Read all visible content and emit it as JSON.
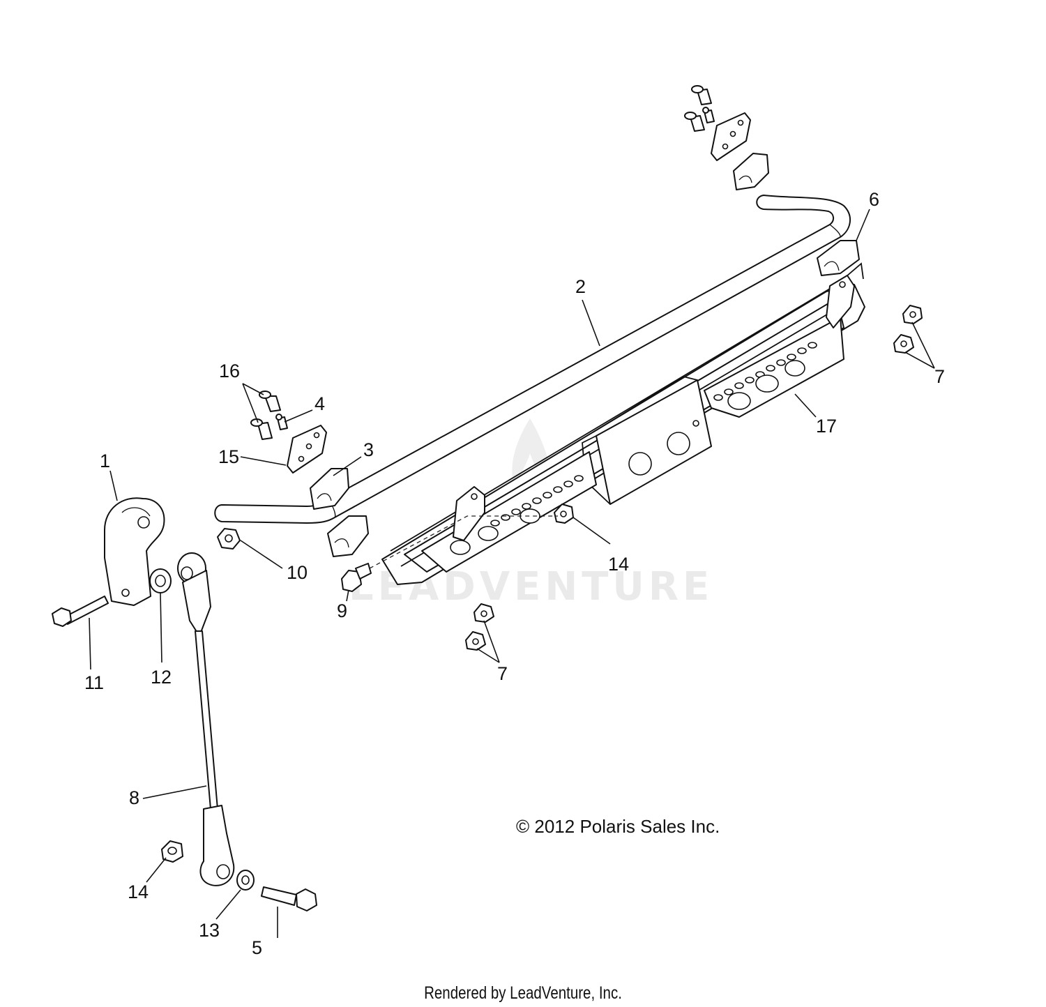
{
  "diagram": {
    "callouts": [
      {
        "id": "c1",
        "label": "1"
      },
      {
        "id": "c2",
        "label": "2"
      },
      {
        "id": "c3",
        "label": "3"
      },
      {
        "id": "c4",
        "label": "4"
      },
      {
        "id": "c5",
        "label": "5"
      },
      {
        "id": "c6",
        "label": "6"
      },
      {
        "id": "c7a",
        "label": "7"
      },
      {
        "id": "c7b",
        "label": "7"
      },
      {
        "id": "c8",
        "label": "8"
      },
      {
        "id": "c9",
        "label": "9"
      },
      {
        "id": "c10",
        "label": "10"
      },
      {
        "id": "c11",
        "label": "11"
      },
      {
        "id": "c12",
        "label": "12"
      },
      {
        "id": "c13",
        "label": "13"
      },
      {
        "id": "c14a",
        "label": "14"
      },
      {
        "id": "c14b",
        "label": "14"
      },
      {
        "id": "c15",
        "label": "15"
      },
      {
        "id": "c16",
        "label": "16"
      },
      {
        "id": "c17",
        "label": "17"
      }
    ],
    "watermark": "LEADVENTURE",
    "copyright": "© 2012 Polaris Sales Inc.",
    "credit": "Rendered by LeadVenture, Inc."
  }
}
